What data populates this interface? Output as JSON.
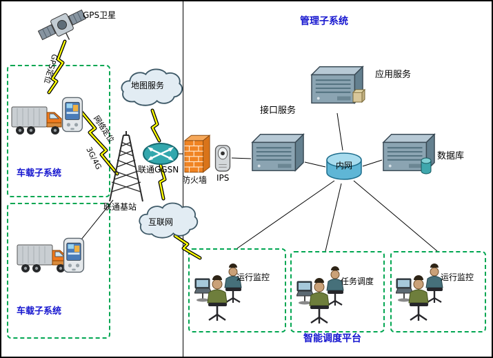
{
  "diagram": {
    "labels": {
      "gps_satellite": "GPS卫星",
      "gps_link": "GPS定位",
      "map_service": "地图服务",
      "network_link": "网络定位",
      "cellular_link": "3G/4G",
      "base_station": "联通基站",
      "ggsn_router": "联通GGSN",
      "firewall": "防火墙",
      "ips": "IPS",
      "internet": "互联网",
      "vehicle_subsystem_top": "车载子系统",
      "vehicle_subsystem_bottom": "车载子系统",
      "management_subsystem": "管理子系统",
      "interface_service": "接口服务",
      "app_service": "应用服务",
      "database": "数据库",
      "intranet": "内网",
      "monitor_left": "运行监控",
      "task_dispatch": "任务调度",
      "monitor_right": "运行监控",
      "dispatch_platform": "智能调度平台"
    },
    "colors": {
      "subsystem_box_border": "#00a651",
      "title_text": "#1515cf",
      "lightning": "#ffff00",
      "divider": "#000000",
      "firewall_orange": "#f08423",
      "server_steel": "#8ba4b2",
      "intranet_blue": "#5fb6d6"
    },
    "icons": [
      "gps-satellite-icon",
      "truck-icon",
      "pda-phone-icon",
      "cloud-icon",
      "radio-tower-icon",
      "router-icon",
      "firewall-icon",
      "ips-device-icon",
      "server-icon",
      "intranet-cylinder-icon",
      "database-cylinder-icon",
      "storage-box-icon",
      "workstation-group-icon"
    ]
  }
}
